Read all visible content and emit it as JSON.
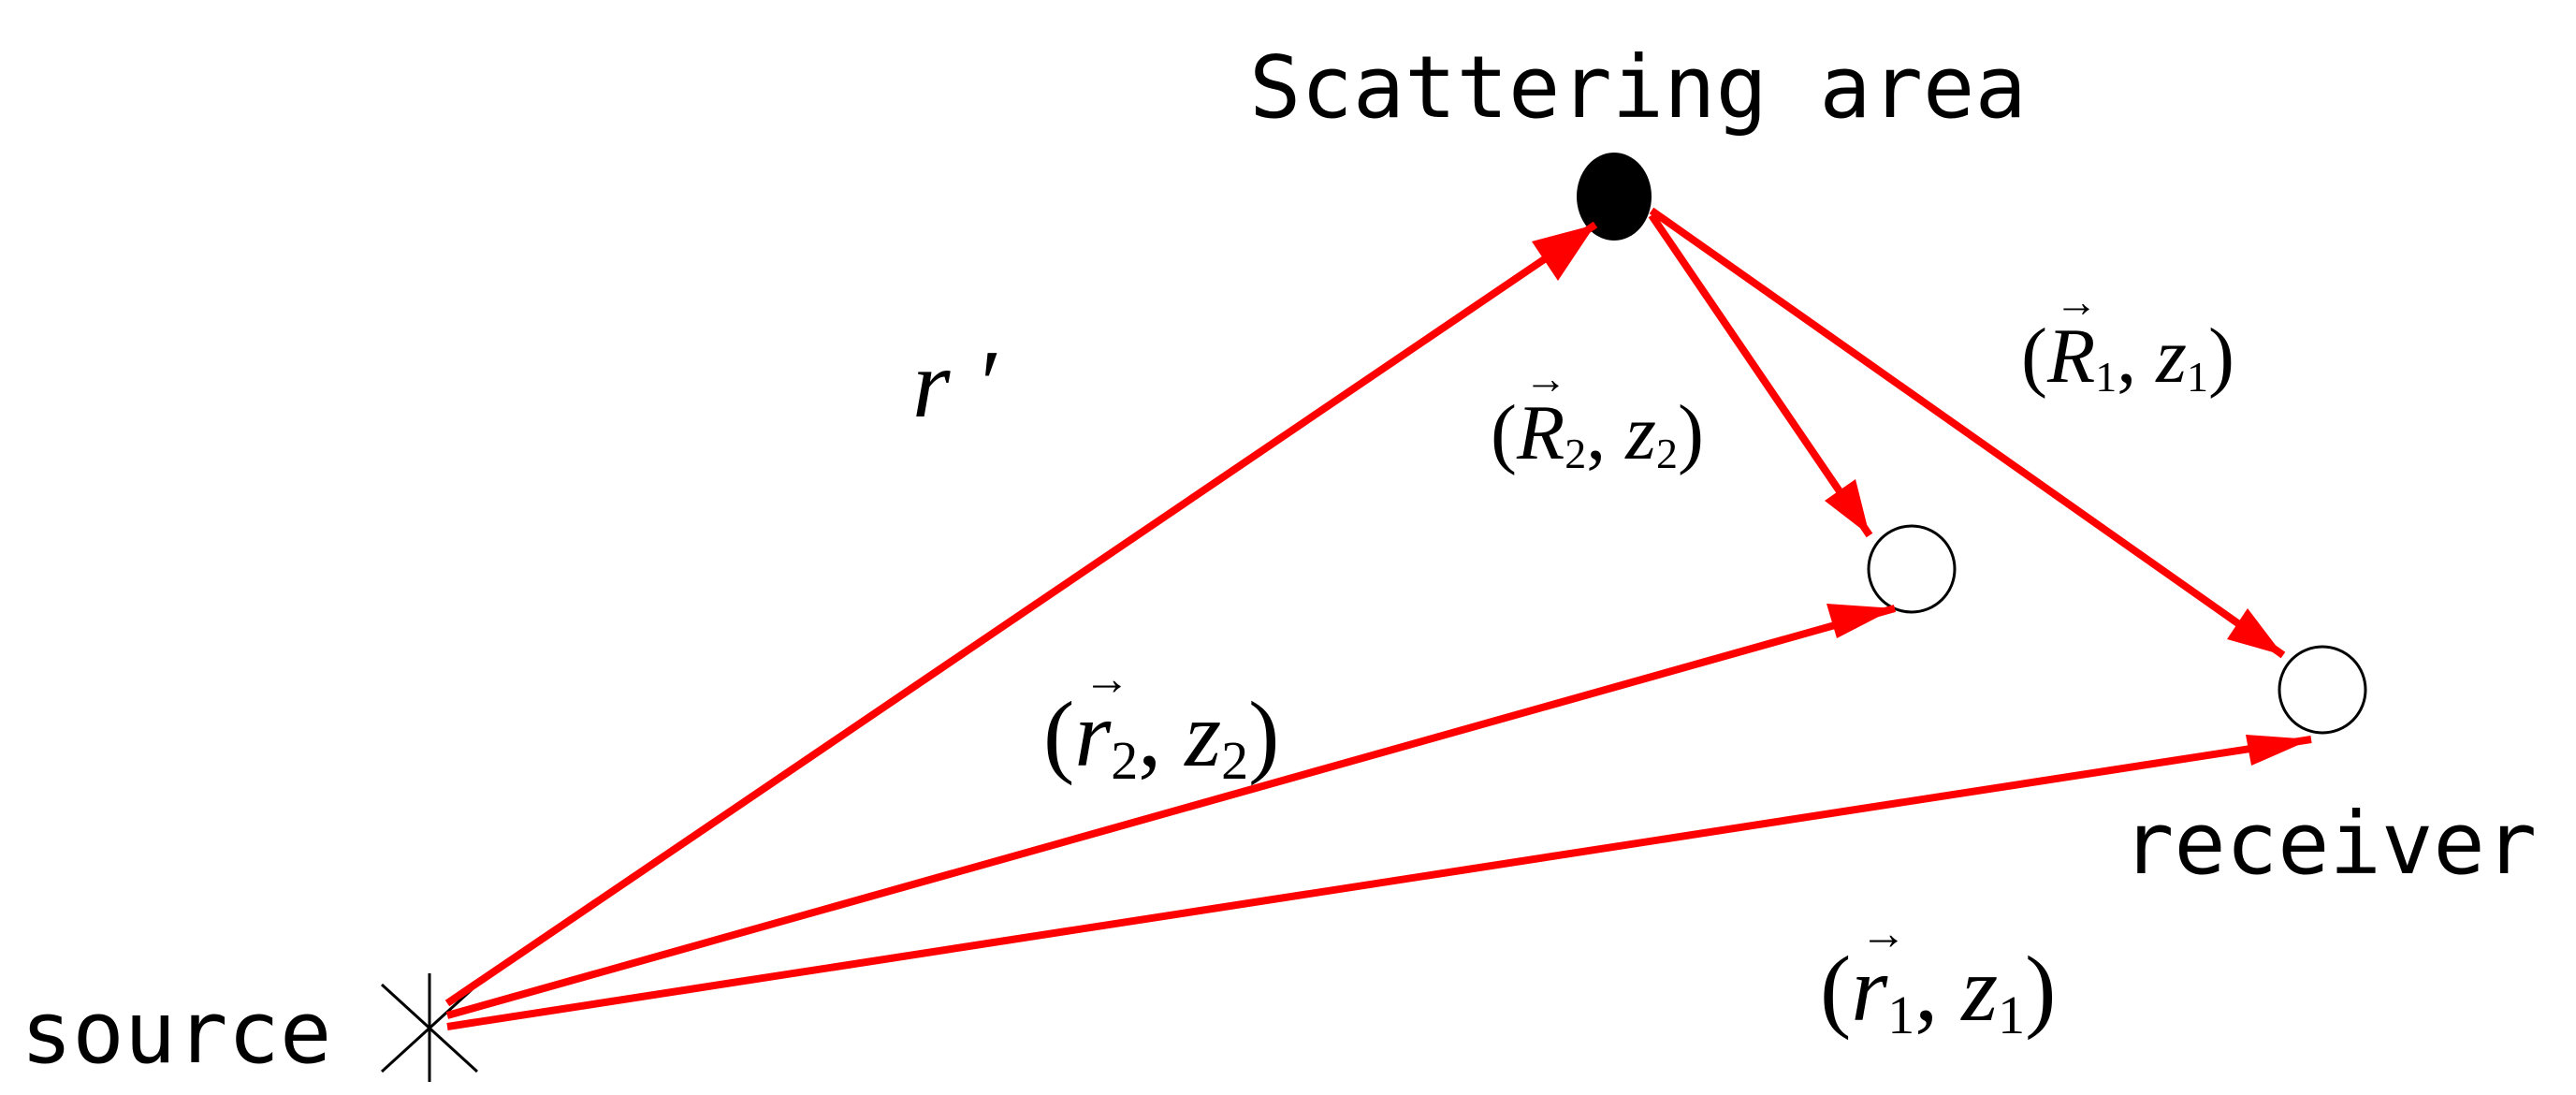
{
  "colors": {
    "arrow": "#ff0000",
    "scatterer": "#000000",
    "receiver_fill": "#ffffff",
    "text": "#000000"
  },
  "labels": {
    "scattering_area": "Scattering area",
    "receiver": "receiver",
    "source": "source",
    "r_prime": "r ′",
    "R1": {
      "open": "(",
      "vec": "R",
      "sub": "1",
      "comma": ", ",
      "z": "z",
      "zsub": "1",
      "close": ")"
    },
    "R2": {
      "open": "(",
      "vec": "R",
      "sub": "2",
      "comma": ", ",
      "z": "z",
      "zsub": "2",
      "close": ")"
    },
    "r2": {
      "open": "(",
      "vec": "r",
      "sub": "2",
      "comma": ", ",
      "z": "z",
      "zsub": "2",
      "close": ")"
    },
    "r1": {
      "open": "(",
      "vec": "r",
      "sub": "1",
      "comma": ", ",
      "z": "z",
      "zsub": "1",
      "close": ")"
    },
    "vec_mark": "→"
  },
  "icons": {
    "source_marker": "asterisk-cross-icon",
    "scatterer_marker": "filled-ellipse-icon",
    "receiver_marker": "hollow-circle-icon"
  }
}
